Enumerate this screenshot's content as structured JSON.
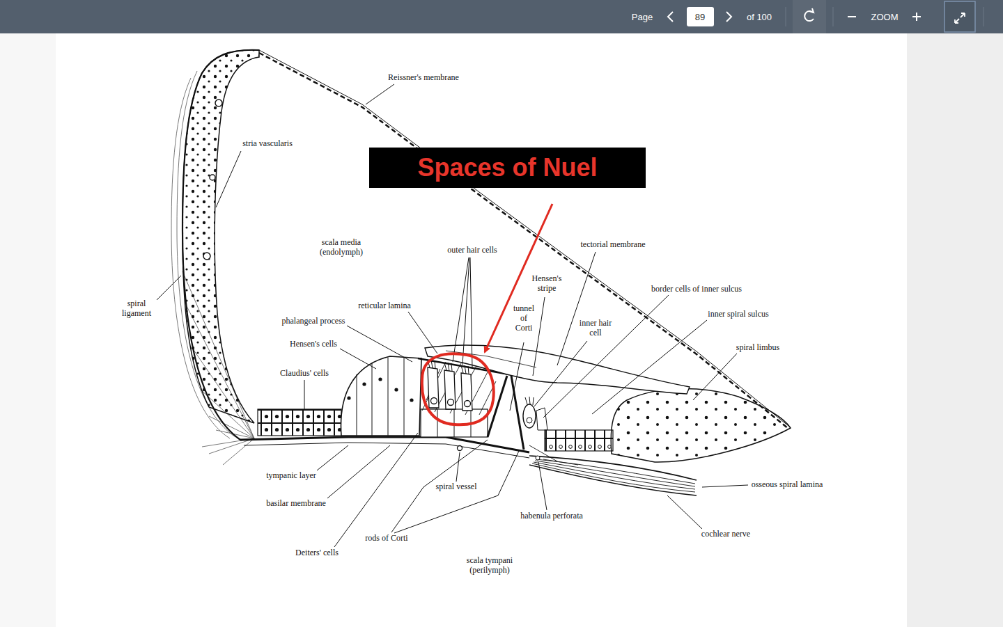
{
  "diagram": {
    "nodes": [
      {
        "text": [
          "Page",
          "of 100",
          "ZOOM"
        ]
      },
      {
        "text": [
          "89"
        ],
        "in": 0
      },
      {
        "text": [
          "Spaces of Nuel"
        ]
      }
    ],
    "labels": [
      "Reissner's membrane",
      "stria vascularis",
      "spiral ligament",
      "scala media (endolymph)",
      "outer hair cells",
      "tectorial membrane",
      "Hensen's stripe",
      "border cells of inner sulcus",
      "inner spiral sulcus",
      "spiral limbus",
      "reticular lamina",
      "phalangeal process",
      "Hensen's cells",
      "Claudius' cells",
      "tunnel of Corti",
      "inner hair cell",
      "tympanic layer",
      "basilar membrane",
      "spiral vessel",
      "habenula perforata",
      "osseous spiral lamina",
      "cochlear nerve",
      "rods of Corti",
      "Deiters' cells",
      "scala tympani (perilymph)"
    ]
  }
}
